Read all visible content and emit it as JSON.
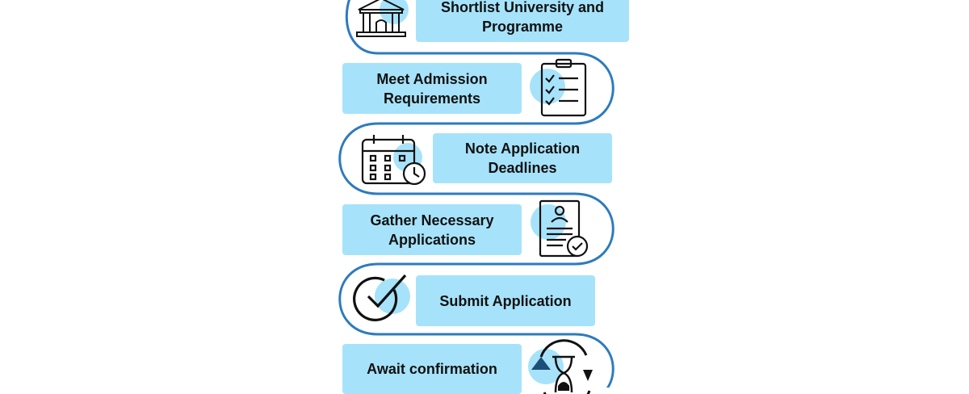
{
  "steps": [
    {
      "label": "Shortlist University and Programme",
      "icon": "university-building-icon"
    },
    {
      "label": "Meet Admission Requirements",
      "icon": "checklist-clipboard-icon"
    },
    {
      "label": "Note Application Deadlines",
      "icon": "calendar-clock-icon"
    },
    {
      "label": "Gather Necessary Applications",
      "icon": "document-check-icon"
    },
    {
      "label": "Submit Application",
      "icon": "check-circle-icon"
    },
    {
      "label": "Await confirmation",
      "icon": "hourglass-cycle-icon"
    }
  ],
  "colors": {
    "path": "#2d7bbd",
    "box": "#a6e3fb",
    "icon_accent": "#a6e3fb",
    "icon_line": "#111111"
  }
}
